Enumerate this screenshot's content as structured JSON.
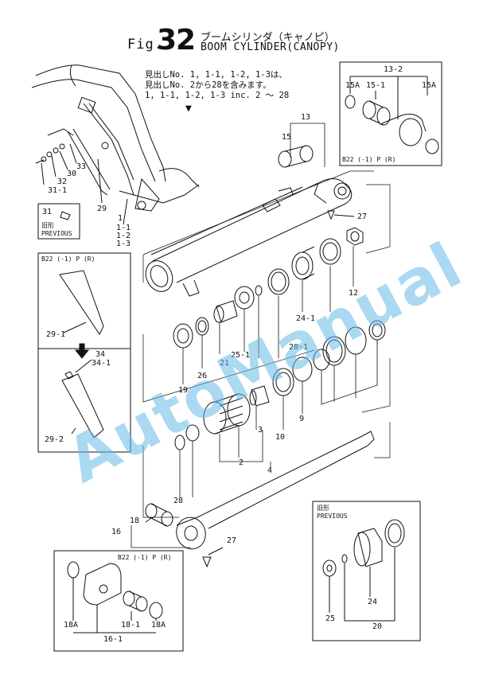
{
  "header": {
    "fig_label": "Fig.",
    "fig_number": "32",
    "title_jp": "ブームシリンダ（キャノピ）",
    "title_en": "BOOM CYLINDER(CANOPY)"
  },
  "notes": {
    "line1": "見出しNo. 1, 1-1, 1-2, 1-3は、",
    "line2": "見出しNo. 2から28を含みます。",
    "line3": "1, 1-1, 1-2, 1-3 inc. 2 ～ 28",
    "arrow": "▼"
  },
  "callouts": {
    "c13": "13",
    "c15": "15",
    "c27a": "27",
    "c12": "12",
    "c24_1": "24-1",
    "c20_1": "20-1",
    "c25_1": "25-1",
    "c21": "21",
    "c26": "26",
    "c19": "19",
    "c3": "3",
    "c10": "10",
    "c9": "9",
    "c2": "2",
    "c4": "4",
    "c28": "28",
    "c16": "16",
    "c18": "18",
    "c27b": "27",
    "c33": "33",
    "c30": "30",
    "c32": "32",
    "c31_1": "31-1",
    "c29": "29",
    "c1": "1",
    "c1_1": "1-1",
    "c1_2": "1-2",
    "c1_3": "1-3"
  },
  "box_13_2": {
    "title": "13-2",
    "c15a_left": "15A",
    "c15_1": "15-1",
    "c15a_right": "15A",
    "code": "B22 (-1) P (R)"
  },
  "box_31": {
    "c31": "31",
    "old_jp": "旧形",
    "old_en": "PREVIOUS"
  },
  "box_29_1": {
    "code": "B22 (-1) P (R)",
    "c29_1": "29-1"
  },
  "box_29_2": {
    "c34": "34",
    "c34_1": "34-1",
    "c29_2": "29-2"
  },
  "box_16_1": {
    "code": "B22 (-1) P (R)",
    "c18a_left": "18A",
    "c18_1": "18-1",
    "c18a_right": "18A",
    "c16_1": "16-1"
  },
  "box_previous": {
    "old_jp": "旧形",
    "old_en": "PREVIOUS",
    "c25": "25",
    "c24": "24",
    "c20": "20"
  },
  "watermark": "AutoManual"
}
